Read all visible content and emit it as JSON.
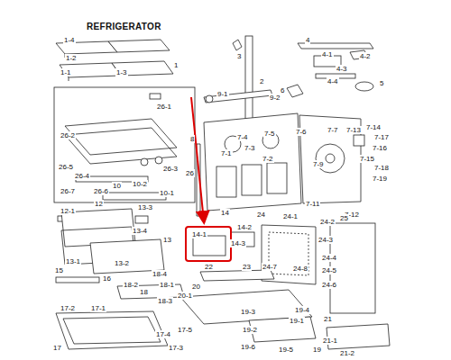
{
  "diagram": {
    "title": "REFRIGERATOR",
    "labels": [
      "1-4",
      "1-2",
      "1-1",
      "1-3",
      "1",
      "3",
      "2",
      "4",
      "4-1",
      "4-2",
      "4-3",
      "4-4",
      "5",
      "6",
      "26-1",
      "9-1",
      "9-2",
      "26-2",
      "8",
      "7-4",
      "7-5",
      "7-6",
      "7-7",
      "7-13",
      "7-14",
      "7-17",
      "7-16",
      "7-3",
      "7-1",
      "7-2",
      "7-9",
      "7-15",
      "7-18",
      "7-19",
      "26-5",
      "26-4",
      "26-3",
      "26",
      "26-7",
      "26-6",
      "10",
      "10-2",
      "10-1",
      "12",
      "12-1",
      "7-11",
      "7-12",
      "13-3",
      "14",
      "24",
      "24-1",
      "24-2",
      "25",
      "13-4",
      "14-2",
      "14-1",
      "14-3",
      "24-3",
      "13",
      "13-1",
      "13-2",
      "24-4",
      "22",
      "23",
      "24-7",
      "24-8",
      "24-5",
      "15",
      "18-4",
      "16",
      "18-2",
      "18-1",
      "24-6",
      "20",
      "18-3",
      "20-1",
      "18",
      "17-2",
      "17-1",
      "19-4",
      "19-3",
      "19-1",
      "21",
      "17-5",
      "17-4",
      "19-2",
      "21-1",
      "19-6",
      "19-5",
      "17",
      "17-3",
      "19",
      "21-2"
    ]
  }
}
